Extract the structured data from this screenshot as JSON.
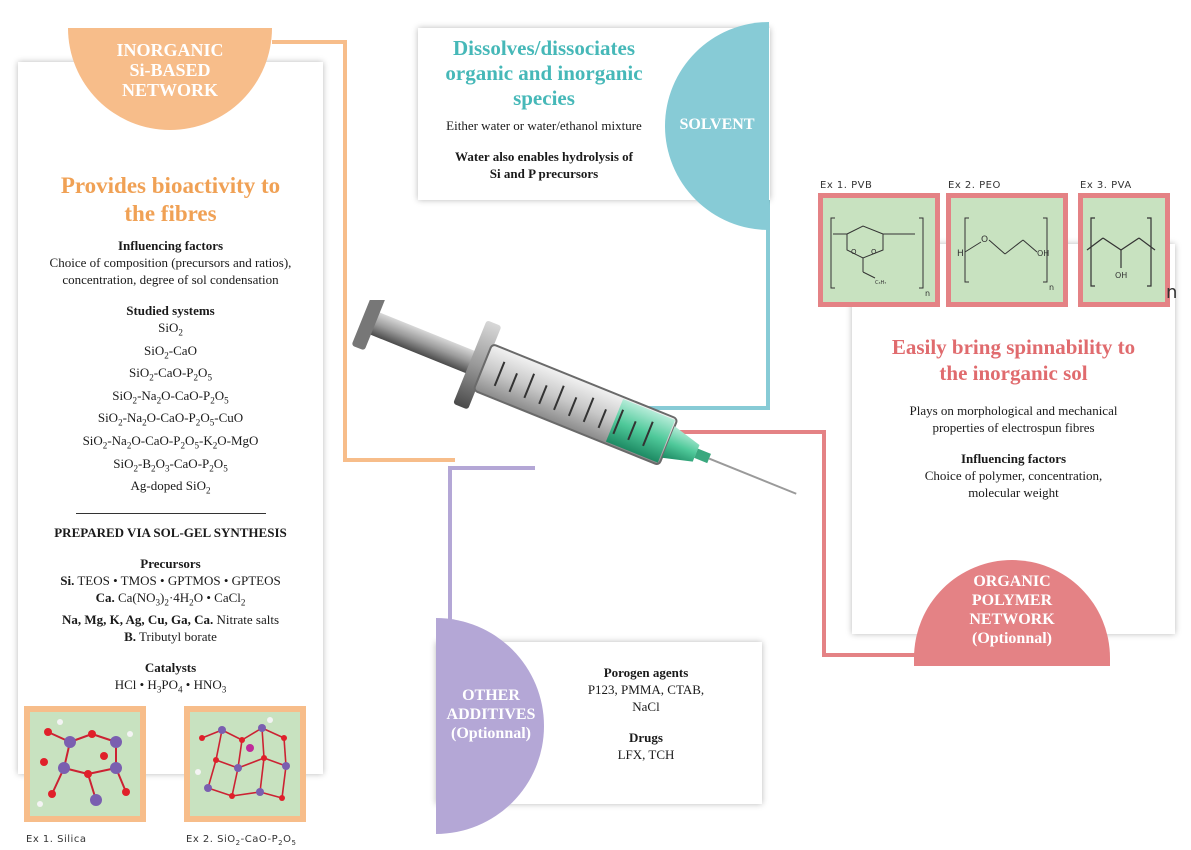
{
  "inorganic": {
    "badge": [
      "INORGANIC",
      "Si-BASED",
      "NETWORK"
    ],
    "heading": [
      "Provides bioactivity to",
      "the fibres"
    ],
    "influencing_title": "Influencing factors",
    "influencing_text": [
      "Choice of composition (precursors and ratios),",
      "concentration, degree of sol condensation"
    ],
    "studied_title": "Studied systems",
    "systems": [
      "SiO<sub>2</sub>",
      "SiO<sub>2</sub>-CaO",
      "SiO<sub>2</sub>-CaO-P<sub>2</sub>O<sub>5</sub>",
      "SiO<sub>2</sub>-Na<sub>2</sub>O-CaO-P<sub>2</sub>O<sub>5</sub>",
      "SiO<sub>2</sub>-Na<sub>2</sub>O-CaO-P<sub>2</sub>O<sub>5</sub>-CuO",
      "SiO<sub>2</sub>-Na<sub>2</sub>O-CaO-P<sub>2</sub>O<sub>5</sub>-K<sub>2</sub>O-MgO",
      "SiO<sub>2</sub>-B<sub>2</sub>O<sub>3</sub>-CaO-P<sub>2</sub>O<sub>5</sub>",
      "Ag-doped SiO<sub>2</sub>"
    ],
    "prepared": "PREPARED VIA SOL-GEL SYNTHESIS",
    "precursors_title": "Precursors",
    "precursors": [
      {
        "bold": "Si.",
        "text": " TEOS • TMOS • GPTMOS • GPTEOS"
      },
      {
        "bold": "Ca.",
        "text": " Ca(NO<sub>3</sub>)<sub>2</sub>·4H<sub>2</sub>O • CaCl<sub>2</sub>"
      },
      {
        "bold": "Na, Mg, K, Ag, Cu, Ga, Ca.",
        "text": " Nitrate salts"
      },
      {
        "bold": "B.",
        "text": " Tributyl borate"
      }
    ],
    "catalysts_title": "Catalysts",
    "catalysts": "HCl • H<sub>3</sub>PO<sub>4</sub> • HNO<sub>3</sub>",
    "examples": [
      "Ex 1. Silica",
      "Ex 2. SiO<sub>2</sub>-CaO-P<sub>2</sub>O<sub>5</sub>"
    ]
  },
  "solvent": {
    "badge": "SOLVENT",
    "heading": [
      "Dissolves/dissociates",
      "organic and inorganic",
      "species"
    ],
    "line1": "Either water or water/ethanol mixture",
    "line2": [
      "Water also enables hydrolysis of",
      "Si and P precursors"
    ]
  },
  "polymer": {
    "examples": [
      "Ex 1. PVB",
      "Ex 2. PEO",
      "Ex 3. PVA"
    ],
    "heading": [
      "Easily bring spinnability to",
      "the inorganic sol"
    ],
    "text": [
      "Plays on morphological and mechanical",
      "properties of electrospun fibres"
    ],
    "influencing_title": "Influencing factors",
    "influencing_text": [
      "Choice of polymer, concentration,",
      "molecular weight"
    ],
    "badge": [
      "ORGANIC",
      "POLYMER",
      "NETWORK",
      "(Optionnal)"
    ]
  },
  "additives": {
    "badge": [
      "OTHER",
      "ADDITIVES",
      "(Optionnal)"
    ],
    "porogen_title": "Porogen agents",
    "porogen_text": [
      "P123, PMMA, CTAB,",
      "NaCl"
    ],
    "drugs_title": "Drugs",
    "drugs_text": "LFX, TCH"
  },
  "colors": {
    "orange": "#f7bd8a",
    "orange_text": "#f0a155",
    "teal": "#87cbd6",
    "teal_text": "#46b8b8",
    "red": "#e48285",
    "red_text": "#e06b6e",
    "purple": "#b4a7d6",
    "green_bg": "#c8e2c0"
  }
}
